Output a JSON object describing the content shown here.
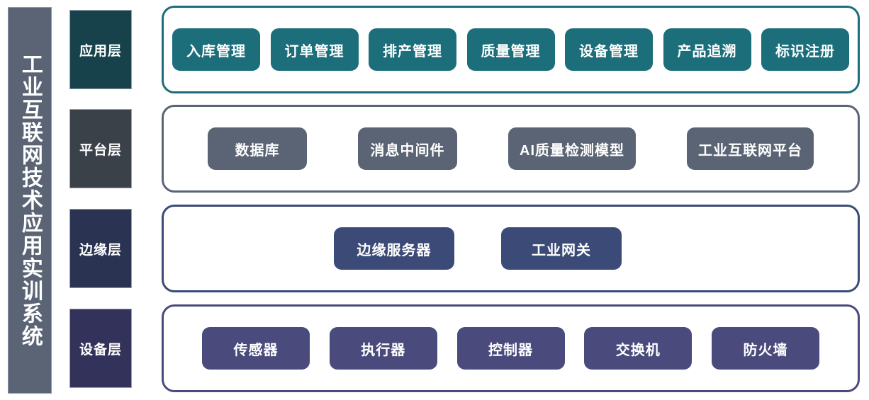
{
  "title": {
    "text": "工业互联网技术应用实训系统"
  },
  "colors": {
    "sidebar": "#5a6474",
    "application_layer": "#1b6e7a",
    "application_label": "#17424b",
    "platform_layer": "#5a6474",
    "platform_label": "#3b4149",
    "edge_layer": "#3c4a78",
    "edge_label": "#2a3452",
    "device_layer": "#4a4a7d",
    "device_label": "#32325a",
    "page_background": "#ffffff",
    "chip_text": "#ffffff"
  },
  "layers": [
    {
      "id": "application",
      "label": "应用层",
      "items": [
        "入库管理",
        "订单管理",
        "排产管理",
        "质量管理",
        "设备管理",
        "产品追溯",
        "标识注册"
      ]
    },
    {
      "id": "platform",
      "label": "平台层",
      "items": [
        "数据库",
        "消息中间件",
        "AI质量检测模型",
        "工业互联网平台"
      ]
    },
    {
      "id": "edge",
      "label": "边缘层",
      "items": [
        "边缘服务器",
        "工业网关"
      ]
    },
    {
      "id": "device",
      "label": "设备层",
      "items": [
        "传感器",
        "执行器",
        "控制器",
        "交换机",
        "防火墙"
      ]
    }
  ]
}
